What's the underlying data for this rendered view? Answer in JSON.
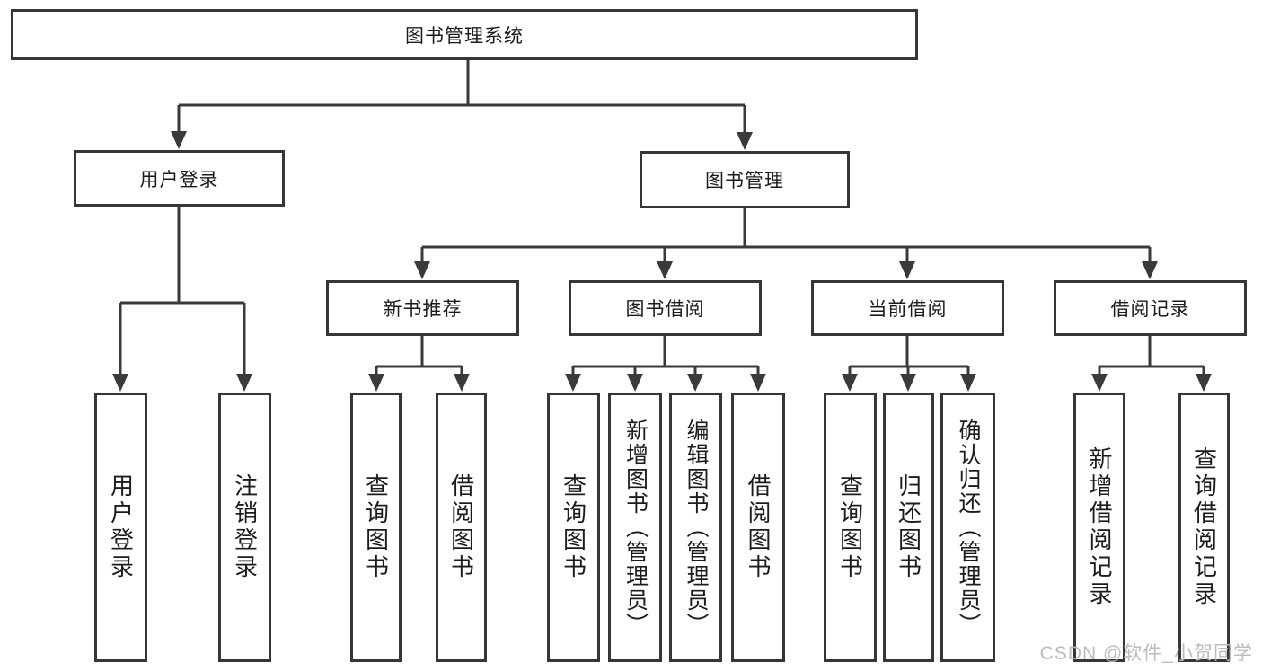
{
  "tree": {
    "root": "图书管理系统",
    "branches": [
      {
        "label": "用户登录",
        "children": [
          {
            "label": "用户登录"
          },
          {
            "label": "注销登录"
          }
        ]
      },
      {
        "label": "图书管理",
        "children": [
          {
            "label": "新书推荐",
            "children": [
              {
                "label": "查询图书"
              },
              {
                "label": "借阅图书"
              }
            ]
          },
          {
            "label": "图书借阅",
            "children": [
              {
                "label": "查询图书"
              },
              {
                "label": "新增图书（管理员）"
              },
              {
                "label": "编辑图书（管理员）"
              },
              {
                "label": "借阅图书"
              }
            ]
          },
          {
            "label": "当前借阅",
            "children": [
              {
                "label": "查询图书"
              },
              {
                "label": "归还图书"
              },
              {
                "label": "确认归还（管理员）"
              }
            ]
          },
          {
            "label": "借阅记录",
            "children": [
              {
                "label": "新增借阅记录"
              },
              {
                "label": "查询借阅记录"
              }
            ]
          }
        ]
      }
    ]
  },
  "watermark": {
    "text": "CSDN @软件_小贺同学"
  },
  "colors": {
    "line": "#3a3a3a",
    "border": "#363636",
    "text": "#1c1c1c",
    "watermark": "#b9b9b9",
    "background": "#ffffff"
  }
}
